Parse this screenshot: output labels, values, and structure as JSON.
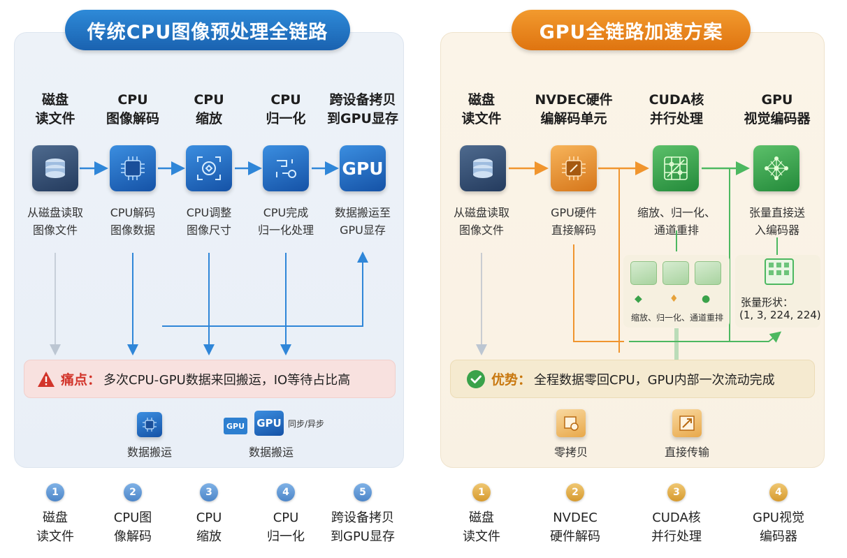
{
  "left": {
    "title": "传统CPU图像预处理全链路",
    "steps": [
      {
        "label": "磁盘\n读文件",
        "desc": "从磁盘读取\n图像文件",
        "icon": "disk-icon"
      },
      {
        "label": "CPU\n图像解码",
        "desc": "CPU解码\n图像数据",
        "icon": "chip-icon"
      },
      {
        "label": "CPU\n缩放",
        "desc": "CPU调整\n图像尺寸",
        "icon": "resize-icon"
      },
      {
        "label": "CPU\n归一化",
        "desc": "CPU完成\n归一化处理",
        "icon": "normalize-icon"
      },
      {
        "label": "跨设备拷贝\n到GPU显存",
        "desc": "数据搬运至\nGPU显存",
        "icon": "gpu-icon"
      }
    ],
    "gpu_icon_text": "GPU",
    "pain_key": "痛点：",
    "pain_text": "多次CPU-GPU数据来回搬运，IO等待占比高",
    "bottom_items": [
      {
        "label": "数据搬运",
        "icon": "chip-icon"
      },
      {
        "label": "数据搬运",
        "icon": "gpu-transfer-icon",
        "gpu_small": "GPU",
        "gpu_big": "GPU",
        "note": "同步/异步"
      }
    ],
    "numbered": [
      {
        "n": "1",
        "label": "磁盘\n读文件"
      },
      {
        "n": "2",
        "label": "CPU图\n像解码"
      },
      {
        "n": "3",
        "label": "CPU\n缩放"
      },
      {
        "n": "4",
        "label": "CPU\n归一化"
      },
      {
        "n": "5",
        "label": "跨设备拷贝\n到GPU显存"
      }
    ]
  },
  "right": {
    "title": "GPU全链路加速方案",
    "steps": [
      {
        "label": "磁盘\n读文件",
        "desc": "从磁盘读取\n图像文件",
        "icon": "disk-icon"
      },
      {
        "label": "NVDEC硬件\n编解码单元",
        "desc": "GPU硬件\n直接解码",
        "icon": "chip-icon"
      },
      {
        "label": "CUDA核\n并行处理",
        "desc": "缩放、归一化、\n通道重排",
        "icon": "circuit-icon"
      },
      {
        "label": "GPU\n视觉编码器",
        "desc": "张量直接送\n入编码器",
        "icon": "neural-network-icon"
      }
    ],
    "sub_ops": "缩放、归一化、通道重排",
    "tensor_label": "张量形状：",
    "tensor_shape": "(1, 3, 224, 224)",
    "adv_key": "优势：",
    "adv_text": "全程数据零回CPU，GPU内部一次流动完成",
    "bottom_items": [
      {
        "label": "零拷贝",
        "icon": "zero-copy-icon"
      },
      {
        "label": "直接传输",
        "icon": "direct-transfer-icon"
      }
    ],
    "numbered": [
      {
        "n": "1",
        "label": "磁盘\n读文件"
      },
      {
        "n": "2",
        "label": "NVDEC\n硬件解码"
      },
      {
        "n": "3",
        "label": "CUDA核\n并行处理"
      },
      {
        "n": "4",
        "label": "GPU视觉\n编码器"
      }
    ]
  },
  "colors": {
    "left_accent": "#1f6fc4",
    "right_accent": "#e07a14",
    "pain": "#d2352b",
    "advantage_check": "#3aa24a",
    "green_flow": "#4cb860"
  }
}
